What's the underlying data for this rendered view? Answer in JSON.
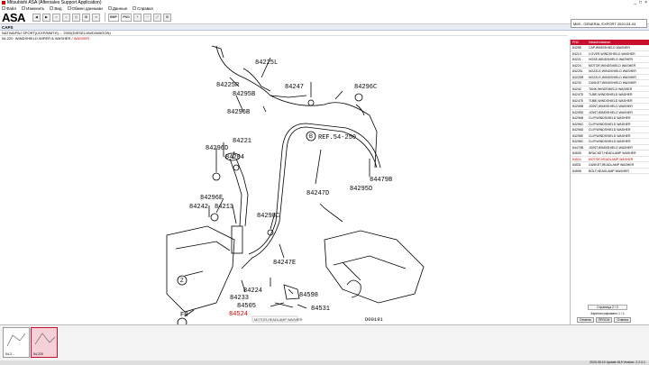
{
  "window": {
    "title": "Mitsubishi ASA (Aftersales Support Application)",
    "controls": [
      "_",
      "□",
      "×"
    ]
  },
  "menu": [
    {
      "label": "Файл"
    },
    {
      "label": "Изменить"
    },
    {
      "label": "Вид"
    },
    {
      "label": "Обмен данными"
    },
    {
      "label": "Данные"
    },
    {
      "label": "Справка"
    }
  ],
  "toolbar": {
    "logo": "ASA",
    "buttons": [
      "BMP",
      "PNG"
    ]
  },
  "subbar": {
    "label": "CAPS"
  },
  "model_line": "NATIVA/PAJ SPORT(LEXP/MMTH) ... 2000(DIESEL/4WD/WAGON)",
  "breadcrumb": {
    "code": "54-220",
    "title": "WINDSHIELD WIPER & WASHER /",
    "sub": "WASHER"
  },
  "catalog": {
    "value": "MMI - GENERAL EXPORT 2020-04-03"
  },
  "parts": {
    "headers": [
      "PNC",
      "Наименование"
    ],
    "rows": [
      {
        "no": "84258",
        "name": "CAP,WINDSHIELD WASHER"
      },
      {
        "no": "84213",
        "name": "COVER,WINDSHIELD WASHER"
      },
      {
        "no": "84221",
        "name": "HOSE,WINDSHIELD WASHER"
      },
      {
        "no": "84224",
        "name": "MOTOR,WINDSHIELD WASHER"
      },
      {
        "no": "84225L",
        "name": "NOZZLE,WINDSHIELD WASHER"
      },
      {
        "no": "84225R",
        "name": "NOZZLE,WINDSHIELD WASHER"
      },
      {
        "no": "84233",
        "name": "GASKET,WINDSHIELD WASHER"
      },
      {
        "no": "84242",
        "name": "TANK,WINDSHIELD WASHER"
      },
      {
        "no": "84247D",
        "name": "TUBE,WINDSHIELD WASHER"
      },
      {
        "no": "84247E",
        "name": "TUBE,WINDSHIELD WASHER"
      },
      {
        "no": "84295B",
        "name": "JOINT,WINDSHIELD WASHER"
      },
      {
        "no": "84295D",
        "name": "JOINT,WINDSHIELD WASHER"
      },
      {
        "no": "84296B",
        "name": "CLIP,WINDSHIELD WASHER"
      },
      {
        "no": "84296C",
        "name": "CLIP,WINDSHIELD WASHER"
      },
      {
        "no": "84296D",
        "name": "CLIP,WINDSHIELD WASHER"
      },
      {
        "no": "84296E",
        "name": "CLIP,WINDSHIELD WASHER"
      },
      {
        "no": "84298C",
        "name": "CLIP,WINDSHIELD WASHER"
      },
      {
        "no": "84479B",
        "name": "JOINT,WINDSHIELD WASHER"
      },
      {
        "no": "84505",
        "name": "BRACKET,HEADLAMP WASHER"
      },
      {
        "no": "84524",
        "name": "MOTOR,HEADLAMP WASHER",
        "selected": true
      },
      {
        "no": "84531",
        "name": "GASKET,HEADLAMP WASHER"
      },
      {
        "no": "84598",
        "name": "BOLT,HEADLAMP WASHER"
      }
    ]
  },
  "pager": {
    "label": "Страница 2 / 2",
    "sub": "Зарегистрировано 1 / 1"
  },
  "bottom_buttons": [
    "Отмена",
    "ПРОСМ",
    "Отмена"
  ],
  "thumbs": [
    {
      "label": "54-2..."
    },
    {
      "label": "54-220"
    }
  ],
  "status": "2020.05.19  Update 619  Version: 2.2.0.1",
  "diagram": {
    "ref": "REF.54-250",
    "code": "D00191",
    "tooltip": "MOTOR,HEADLAMP WASHER",
    "callouts": [
      "84225L",
      "84225R",
      "84295B",
      "84247",
      "84296B",
      "84296C",
      "84221",
      "84296D",
      "84204",
      "84296E",
      "84242",
      "84213",
      "84298C",
      "84247D",
      "84479B",
      "84295D",
      "84247E",
      "84224",
      "84233",
      "84598",
      "84505",
      "84524",
      "84531",
      "FR",
      "Z",
      "B"
    ]
  }
}
